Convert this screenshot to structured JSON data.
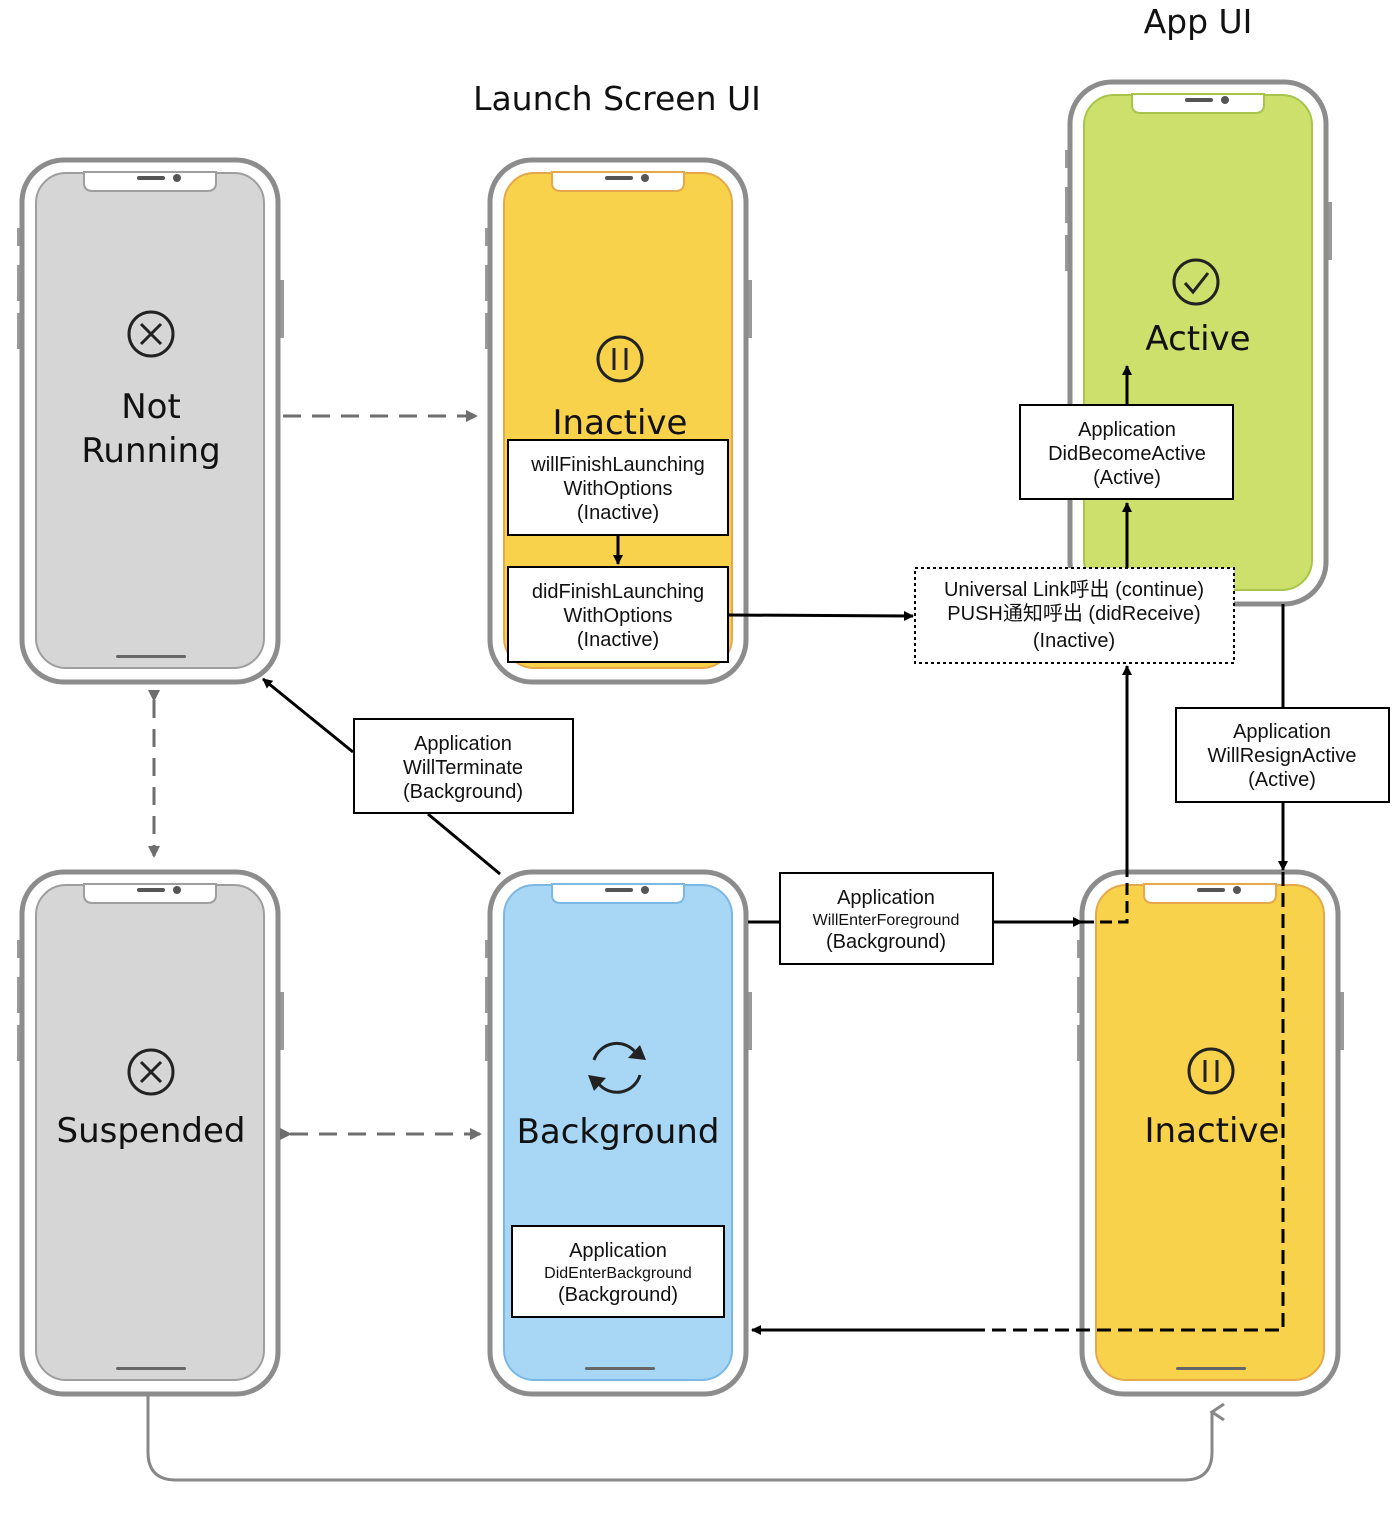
{
  "titles": {
    "launch_screen": "Launch Screen UI",
    "app_ui": "App UI"
  },
  "states": {
    "not_running": {
      "line1": "Not",
      "line2": "Running"
    },
    "inactive_launch": "Inactive",
    "active": "Active",
    "suspended": "Suspended",
    "background": "Background",
    "inactive_app": "Inactive"
  },
  "boxes": {
    "will_finish": [
      "willFinishLaunching",
      "WithOptions",
      "(Inactive)"
    ],
    "did_finish": [
      "didFinishLaunching",
      "WithOptions",
      "(Inactive)"
    ],
    "did_become_active": [
      "Application",
      "DidBecomeActive",
      "(Active)"
    ],
    "universal_link": [
      "Universal Link呼出 (continue)",
      "PUSH通知呼出 (didReceive)",
      "(Inactive)"
    ],
    "will_terminate": [
      "Application",
      "WillTerminate",
      "(Background)"
    ],
    "will_resign_active": [
      "Application",
      "WillResignActive",
      "(Active)"
    ],
    "will_enter_foreground": [
      "Application",
      "WillEnterForeground",
      "(Background)"
    ],
    "did_enter_background": [
      "Application",
      "DidEnterBackground",
      "(Background)"
    ]
  },
  "colors": {
    "not_running": "#d6d6d6",
    "inactive": "#f8d24a",
    "active": "#cde06c",
    "background": "#a8d6f5",
    "suspended": "#d6d6d6",
    "phone_frame": "#8c8c8c"
  },
  "icons": {
    "not_running": "x-circle-icon",
    "inactive_launch": "pause-circle-icon",
    "active": "check-circle-icon",
    "suspended": "x-circle-icon",
    "background": "refresh-icon",
    "inactive_app": "pause-circle-icon"
  }
}
